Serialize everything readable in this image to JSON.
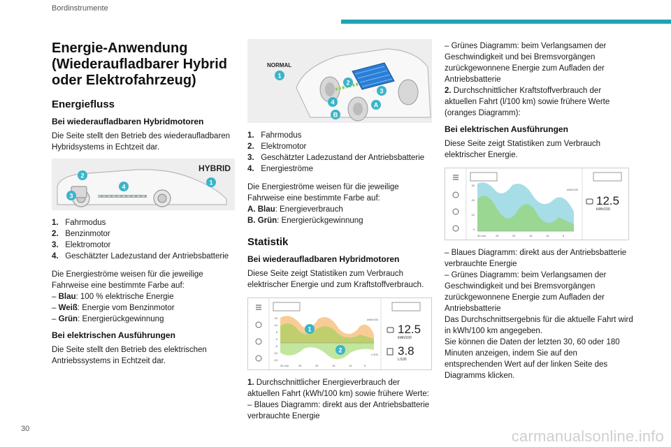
{
  "header": {
    "section": "Bordinstrumente",
    "page_number": "30"
  },
  "watermark": "carmanualsonline.info",
  "col1": {
    "title": "Energie-Anwendung (Wiederaufladbarer Hybrid oder Elektrofahrzeug)",
    "energy_flow_heading": "Energiefluss",
    "hybrid_heading": "Bei wiederaufladbaren Hybridmotoren",
    "hybrid_text": "Die Seite stellt den Betrieb des wiederaufladbaren Hybridsystems in Echtzeit dar.",
    "fig_hybrid": {
      "mode_label": "HYBRID",
      "callouts": [
        "1",
        "2",
        "3",
        "4"
      ]
    },
    "legend": [
      {
        "num": "1.",
        "text": "Fahrmodus"
      },
      {
        "num": "2.",
        "text": "Benzinmotor"
      },
      {
        "num": "3.",
        "text": "Elektromotor"
      },
      {
        "num": "4.",
        "text": "Geschätzter Ladezustand der Antriebsbatterie"
      }
    ],
    "colors_intro": "Die Energieströme weisen für die jeweilige Fahrweise eine bestimmte Farbe auf:",
    "colors": [
      {
        "prefix": "– ",
        "term": "Blau",
        "text": ": 100 % elektrische Energie"
      },
      {
        "prefix": "– ",
        "term": "Weiß",
        "text": ": Energie vom Benzinmotor"
      },
      {
        "prefix": "– ",
        "term": "Grün",
        "text": ": Energierückgewinnung"
      }
    ],
    "electric_heading": "Bei elektrischen Ausführungen",
    "electric_text": "Die Seite stellt den Betrieb des elektrischen Antriebssystems in Echtzeit dar."
  },
  "col2": {
    "fig_normal": {
      "mode_label": "NORMAL",
      "callouts": [
        "1",
        "2",
        "3",
        "4",
        "A",
        "B"
      ]
    },
    "legend": [
      {
        "num": "1.",
        "text": "Fahrmodus"
      },
      {
        "num": "2.",
        "text": "Elektromotor"
      },
      {
        "num": "3.",
        "text": "Geschätzter Ladezustand der Antriebsbatterie"
      },
      {
        "num": "4.",
        "text": "Energieströme"
      }
    ],
    "colors_intro": "Die Energieströme weisen für die jeweilige Fahrweise eine bestimmte Farbe auf:",
    "colors": [
      {
        "term": "A. Blau",
        "text": ": Energieverbrauch"
      },
      {
        "term": "B. Grün",
        "text": ": Energierückgewinnung"
      }
    ],
    "statistik_heading": "Statistik",
    "hybrid_heading": "Bei wiederaufladbaren Hybridmotoren",
    "hybrid_text": "Diese Seite zeigt Statistiken zum Verbrauch elektrischer Energie und zum Kraftstoffverbrauch.",
    "fig_stats": {
      "y_ticks": [
        "15",
        "10",
        "5",
        "0",
        "-5",
        "-10",
        "-15"
      ],
      "x_ticks": [
        "30 min",
        "25",
        "20",
        "15",
        "10",
        "5"
      ],
      "unit_top": "kWh/100",
      "unit_bottom": "L/100",
      "value_energy": "12.5",
      "value_energy_unit": "kWh/100",
      "value_fuel": "3.8",
      "value_fuel_unit": "L/100",
      "callouts": [
        "1",
        "2"
      ]
    },
    "note1_num": "1.",
    "note1_text": "Durchschnittlicher Energieverbrauch der aktuellen Fahrt (kWh/100 km) sowie frühere Werte:",
    "note1_blue": "– Blaues Diagramm: direkt aus der Antriebsbatterie verbrauchte Energie"
  },
  "col3": {
    "green_line": "– Grünes Diagramm: beim Verlangsamen der Geschwindigkeit und bei Bremsvorgängen zurückgewonnene Energie zum Aufladen der Antriebsbatterie",
    "note2_num": "2.",
    "note2_text": "Durchschnittlicher Kraftstoffverbrauch der aktuellen Fahrt (l/100 km) sowie frühere Werte (oranges Diagramm):",
    "electric_heading": "Bei elektrischen Ausführungen",
    "electric_text": "Diese Seite zeigt Statistiken zum Verbrauch elektrischer Energie.",
    "fig_stats_ev": {
      "y_ticks": [
        "30",
        "20",
        "10",
        "0"
      ],
      "x_ticks": [
        "30 min",
        "25",
        "20",
        "15",
        "10",
        "5"
      ],
      "unit_top": "kWh/100",
      "value_energy": "12.5",
      "value_energy_unit": "kWh/100"
    },
    "lines": [
      "– Blaues Diagramm: direkt aus der Antriebsbatterie verbrauchte Energie",
      "– Grünes Diagramm: beim Verlangsamen der Geschwindigkeit und bei Bremsvorgängen zurückgewonnene Energie zum Aufladen der Antriebsbatterie",
      "Das Durchschnittsergebnis für die aktuelle Fahrt wird in kWh/100 km angegeben.",
      "Sie können die Daten der letzten 30, 60 oder 180 Minuten anzeigen, indem Sie auf den entsprechenden Wert auf der linken Seite des Diagramms klicken."
    ]
  },
  "colors": {
    "teal": "#1fa3b4",
    "blue": "#2a7fd6",
    "green": "#8fd14f",
    "orange": "#f4a340",
    "callout": "#3cb4c8"
  }
}
